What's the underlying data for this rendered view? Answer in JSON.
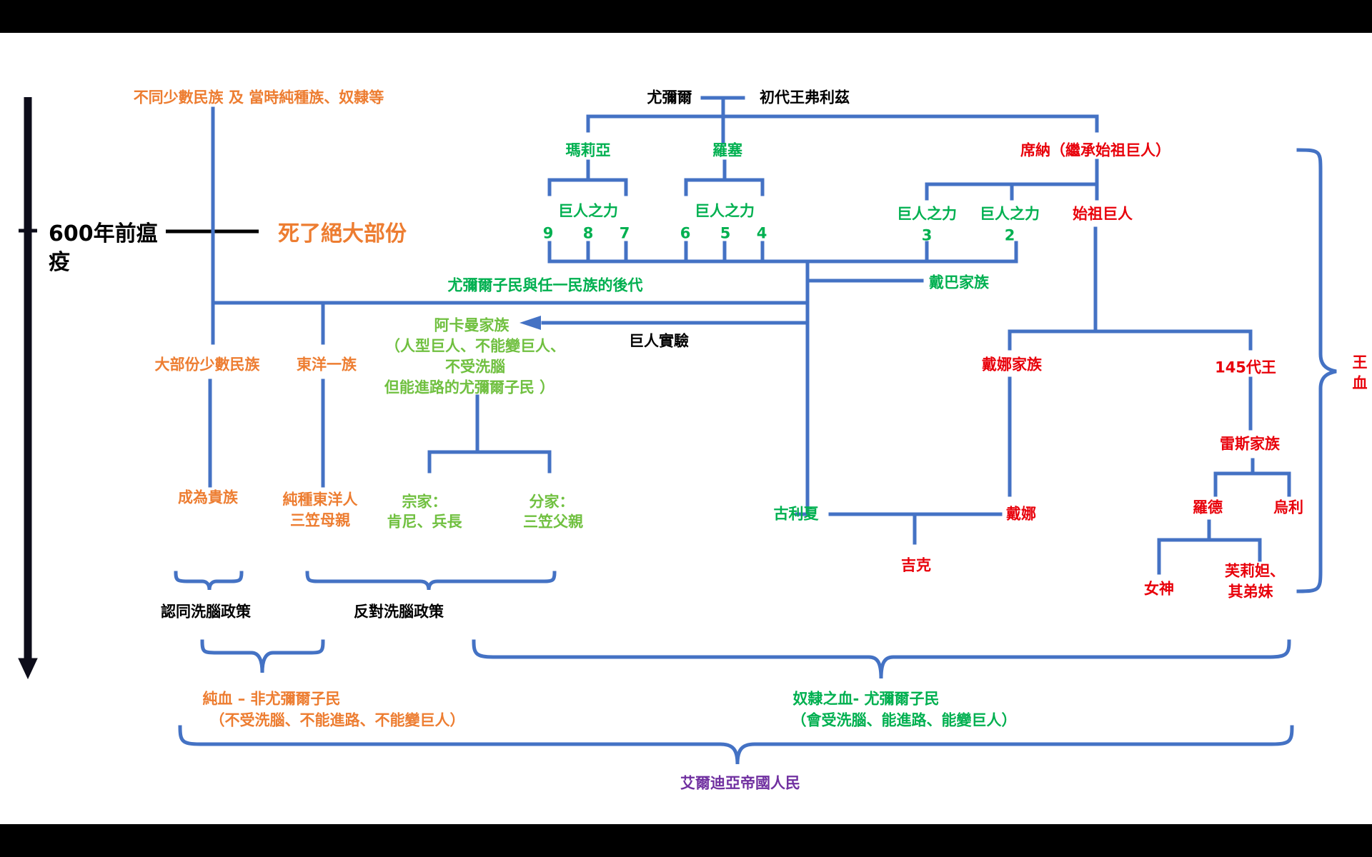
{
  "colors": {
    "line": "#4472c4",
    "timeline": "#0d0d1a",
    "orange": "#ed7d31",
    "green": "#00b050",
    "light_green": "#70c040",
    "red": "#e8000a",
    "black": "#000000",
    "purple": "#7030a0"
  },
  "timeline": {
    "event": "600年前瘟疫",
    "event_line1": "600年前瘟",
    "event_line2": "疫",
    "result": "死了絕大部份"
  },
  "left_branch": {
    "minorities": "不同少數民族 及 當時純種族、奴隸等",
    "most_minorities": "大部份少數民族",
    "became_nobles": "成為貴族",
    "toyo_clan": "東洋一族",
    "pure_toyo": "純種東洋人",
    "mikasa_mother": "三笠母親",
    "accept_policy": "認同洗腦政策",
    "oppose_policy": "反對洗腦政策",
    "pure_blood_line1": "純血 – 非尤彌爾子民",
    "pure_blood_line2": "（不受洗腦、不能進路、不能變巨人）"
  },
  "ymir": {
    "ymir": "尤彌爾",
    "fritz": "初代王弗利茲",
    "maria": "瑪莉亞",
    "rose": "羅塞",
    "sheena": "席納（繼承始祖巨人）",
    "titans_power": "巨人之力",
    "n9": "9",
    "n8": "8",
    "n7": "7",
    "n6": "6",
    "n5": "5",
    "n4": "4",
    "n3": "3",
    "n2": "2",
    "founding_titan": "始祖巨人",
    "descendants": "尤彌爾子民與任一民族的後代",
    "tybur": "戴巴家族",
    "titan_experiment": "巨人實驗"
  },
  "ackerman": {
    "title": "阿卡曼家族",
    "desc1": "（人型巨人、不能變巨人、",
    "desc2": "不受洗腦",
    "desc3": "但能進路的尤彌爾子民 ）",
    "main_family1": "宗家：",
    "main_family2": "肯尼、兵長",
    "branch_family1": "分家：",
    "branch_family2": "三笠父親"
  },
  "royal": {
    "dina_family": "戴娜家族",
    "king145": "145代王",
    "reiss": "雷斯家族",
    "grisha": "古利夏",
    "dina": "戴娜",
    "zeke": "吉克",
    "rod": "羅德",
    "uri": "烏利",
    "goddess": "女神",
    "frieda1": "芙莉妲、",
    "frieda2": "其弟妹",
    "royal_blood1": "王",
    "royal_blood2": "血"
  },
  "bottom": {
    "slave_blood_line1": "奴隸之血- 尤彌爾子民",
    "slave_blood_line2": "（會受洗腦、能進路、能變巨人）",
    "eldia": "艾爾迪亞帝國人民"
  }
}
